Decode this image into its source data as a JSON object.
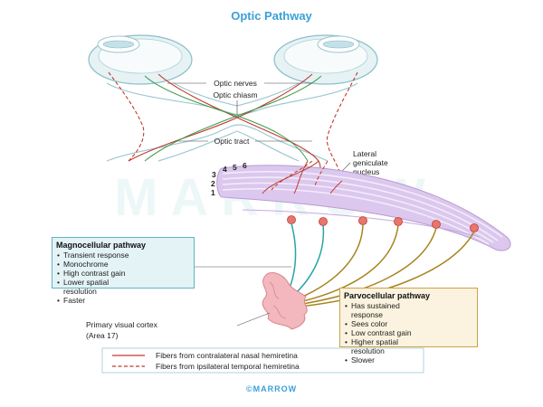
{
  "title": "Optic Pathway",
  "labels": {
    "optic_nerves": "Optic nerves",
    "optic_chiasm": "Optic chiasm",
    "optic_tract": "Optic tract",
    "lgn_line1": "Lateral",
    "lgn_line2": "geniculate",
    "lgn_line3": "nucleus",
    "cortex_line1": "Primary visual cortex",
    "cortex_line2": "(Area 17)"
  },
  "layers": [
    "1",
    "2",
    "3",
    "4",
    "5",
    "6"
  ],
  "magnocellular": {
    "heading": "Magnocellular pathway",
    "items": [
      "Transient response",
      "Monochrome",
      "High contrast gain",
      "Lower spatial resolution",
      "Faster"
    ]
  },
  "parvocellular": {
    "heading": "Parvocellular pathway",
    "items": [
      "Has sustained response",
      "Sees color",
      "Low contrast gain",
      "Higher spatial resolution",
      "Slower"
    ]
  },
  "legend": {
    "solid": "Fibers from contralateral nasal hemiretina",
    "dashed": "Fibers from ipsilateral temporal hemiretina"
  },
  "watermark": "MARROW",
  "footer": "©MARROW",
  "colors": {
    "title": "#3aa0d8",
    "nasal_fiber": "#c0392b",
    "temporal_fiber": "#c0392b",
    "green_fiber": "#3a9a4a",
    "magno_fiber": "#2aa3a8",
    "parvo_fiber": "#a8841f",
    "lgn_fill": "#dcc8ee",
    "cell": "#e8766f"
  }
}
